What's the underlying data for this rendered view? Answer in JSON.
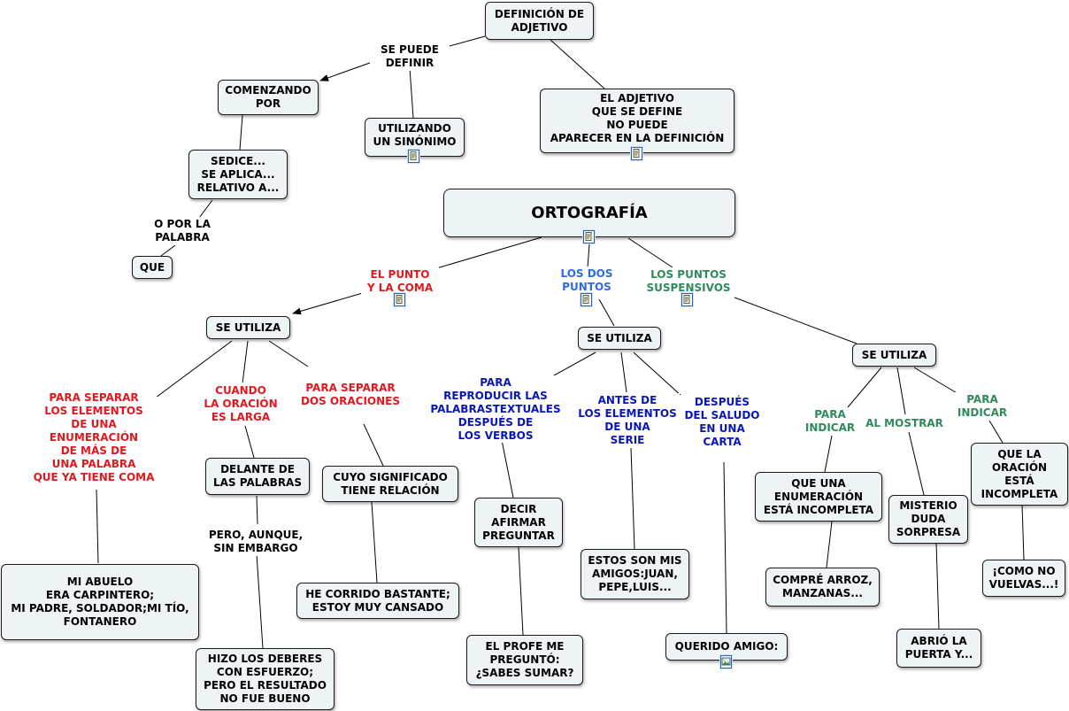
{
  "concept_map": {
    "definicion": {
      "definicion_adjetivo": "DEFINICIÓN DE\nADJETIVO",
      "se_puede_definir": "SE PUEDE\nDEFINIR",
      "comenzando_por": "COMENZANDO\nPOR",
      "utilizando_sinonimo": "UTILIZANDO\nUN SINÓNIMO",
      "adjetivo_no_puede": "EL ADJETIVO\nQUE SE DEFINE\nNO PUEDE\nAPARECER EN LA DEFINICIÓN",
      "sedice": "SEDICE...\nSE APLICA...\nRELATIVO A...",
      "o_por_la_palabra": "O POR LA\nPALABRA",
      "que": "QUE"
    },
    "ortografia": {
      "title": "ORTOGRAFÍA",
      "el_punto_y_la_coma": "EL PUNTO\nY LA COMA",
      "los_dos_puntos": "LOS DOS\nPUNTOS",
      "los_puntos_suspensivos": "LOS PUNTOS\nSUSPENSIVOS"
    },
    "punto_y_coma": {
      "se_utiliza": "SE UTILIZA",
      "para_separar_enumeracion": "PARA SEPARAR\nLOS ELEMENTOS\nDE UNA ENUMERACIÓN\nDE MÁS  DE\nUNA PALABRA\nQUE YA TIENE COMA",
      "cuando_oracion_larga": "CUANDO\nLA ORACIÓN\nES LARGA",
      "para_separar_oraciones": "PARA SEPARAR\nDOS ORACIONES",
      "mi_abuelo": "MI ABUELO\nERA CARPINTERO;\nMI PADRE, SOLDADOR;MI TÍO,\nFONTANERO",
      "delante_palabras": "DELANTE DE\nLAS PALABRAS",
      "pero_aunque": "PERO, AUNQUE,\nSIN EMBARGO",
      "hizo_deberes": "HIZO LOS DEBERES\nCON ESFUERZO;\nPERO EL RESULTADO\nNO FUE BUENO",
      "cuyo_significado": "CUYO SIGNIFICADO\nTIENE RELACIÓN",
      "he_corrido": "HE CORRIDO BASTANTE;\nESTOY MUY CANSADO"
    },
    "dos_puntos": {
      "se_utiliza": "SE UTILIZA",
      "para_reproducir": "PARA\nREPRODUCIR LAS\nPALABRASTEXTUALES\nDESPUÉS DE\nLOS VERBOS",
      "antes_elementos": "ANTES DE\nLOS ELEMENTOS\nDE UNA\nSERIE",
      "despues_saludo": "DESPUÉS\nDEL SALUDO\nEN UNA\nCARTA",
      "decir_afirmar": "DECIR\nAFIRMAR\nPREGUNTAR",
      "el_profe": "EL PROFE ME\nPREGUNTÓ:\n¿SABES SUMAR?",
      "estos_son": "ESTOS SON MIS\nAMIGOS:JUAN,\nPEPE,LUIS...",
      "querido_amigo": "QUERIDO AMIGO:"
    },
    "puntos_suspensivos": {
      "se_utiliza": "SE UTILIZA",
      "para_indicar_1": "PARA\nINDICAR",
      "al_mostrar": "AL MOSTRAR",
      "para_indicar_2": "PARA\nINDICAR",
      "enumeracion_incompleta": "QUE UNA\nENUMERACIÓN\nESTÁ INCOMPLETA",
      "compre_arroz": "COMPRÉ ARROZ,\nMANZANAS...",
      "misterio": "MISTERIO\nDUDA\nSORPRESA",
      "abrio_puerta": "ABRIÓ LA\nPUERTA Y...",
      "oracion_incompleta": "QUE LA\nORACIÓN\nESTÁ\nINCOMPLETA",
      "como_no_vuelvas": "¡COMO NO\nVUELVAS...!"
    }
  },
  "colors": {
    "node_fill": "#eef3f6",
    "node_border": "#1a1a1a",
    "red_label": "#e0191f",
    "blue_label": "#2e6be0",
    "navy_label": "#0a16b8",
    "green_label": "#2f8a5c"
  },
  "icons": {
    "attachment": "document-icon",
    "image": "image-icon"
  }
}
